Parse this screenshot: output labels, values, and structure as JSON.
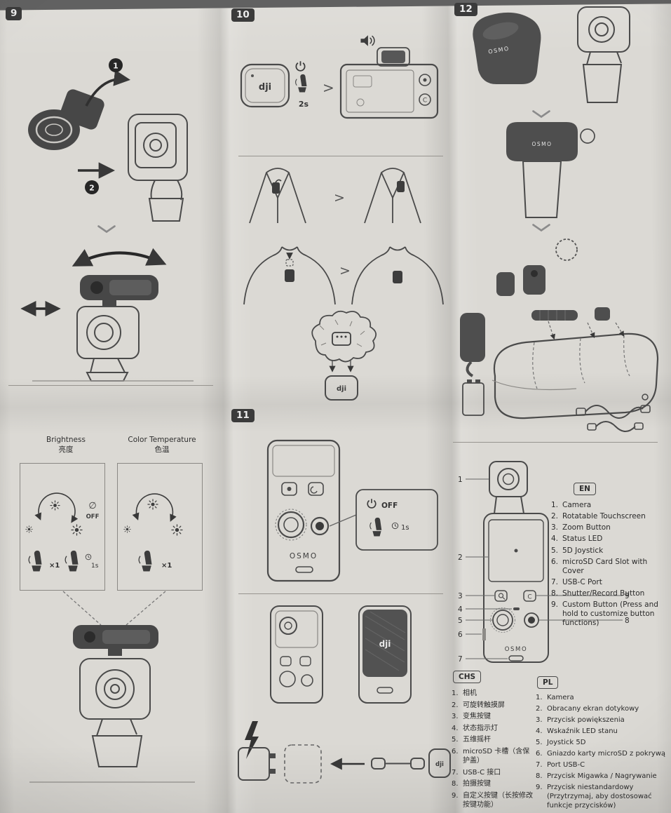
{
  "sections": {
    "s9": "9",
    "s10": "10",
    "s11": "11",
    "s12": "12"
  },
  "steps": {
    "one": "1",
    "two": "2"
  },
  "lighting": {
    "brightness_en": "Brightness",
    "brightness_zh": "亮度",
    "color_temp_en": "Color Temperature",
    "color_temp_zh": "色温",
    "off_symbol": "∅",
    "off_label": "OFF",
    "press_once": "×1",
    "hold_time": "1s"
  },
  "mic": {
    "logo": "dji",
    "hold_time": "2s",
    "separator": ">"
  },
  "power_off": {
    "off_label": "OFF",
    "hold_time": "1s"
  },
  "device": {
    "osmo": "OSMO",
    "custom_glyph": "C"
  },
  "diagram": {
    "callouts": [
      "1",
      "2",
      "3",
      "4",
      "5",
      "6",
      "7",
      "8",
      "9"
    ]
  },
  "legend": {
    "en": {
      "tag": "EN",
      "items": [
        "Camera",
        "Rotatable Touchscreen",
        "Zoom Button",
        "Status LED",
        "5D Joystick",
        "microSD Card Slot with Cover",
        "USB-C Port",
        "Shutter/Record Button",
        "Custom Button (Press and hold to customize button functions)"
      ]
    },
    "chs": {
      "tag": "CHS",
      "items": [
        "相机",
        "可旋转触摸屏",
        "变焦按键",
        "状态指示灯",
        "五维摇杆",
        "microSD 卡槽（含保护盖）",
        "USB-C 接口",
        "拍摄按键",
        "自定义按键（长按修改按键功能）"
      ]
    },
    "pl": {
      "tag": "PL",
      "items": [
        "Kamera",
        "Obracany ekran dotykowy",
        "Przycisk powiększenia",
        "Wskaźnik LED stanu",
        "Joystick 5D",
        "Gniazdo karty microSD z pokrywą",
        "Port USB-C",
        "Przycisk Migawka / Nagrywanie",
        "Przycisk niestandardowy (Przytrzymaj, aby dostosować funkcje przycisków)"
      ]
    }
  }
}
